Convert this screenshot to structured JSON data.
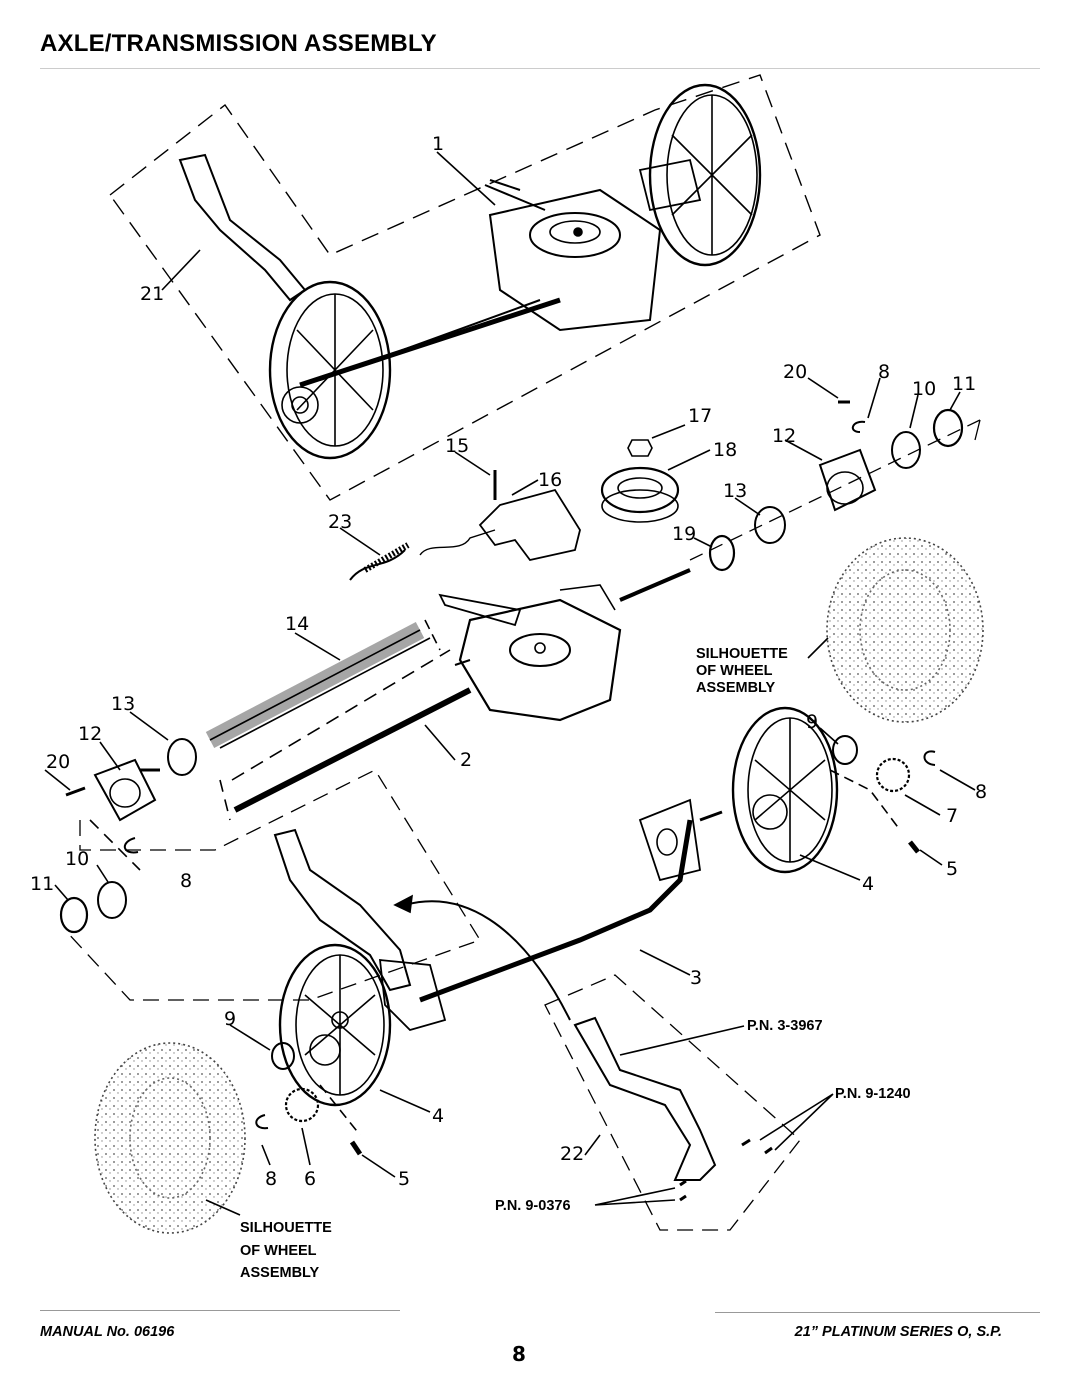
{
  "title": "AXLE/TRANSMISSION ASSEMBLY",
  "callouts": [
    "1",
    "21",
    "20",
    "8",
    "10",
    "11",
    "17",
    "12",
    "15",
    "18",
    "16",
    "13",
    "23",
    "19",
    "14",
    "13",
    "12",
    "20",
    "2",
    "9",
    "8",
    "7",
    "8",
    "5",
    "10",
    "11",
    "4",
    "3",
    "9",
    "4",
    "22",
    "8",
    "6",
    "5"
  ],
  "part_numbers": [
    "P.N. 3-3967",
    "P.N. 9-1240",
    "P.N. 9-0376"
  ],
  "silhouette": {
    "right": [
      "SILHOUETTE",
      "OF WHEEL",
      "ASSEMBLY"
    ],
    "left": [
      "SILHOUETTE",
      "OF WHEEL",
      "ASSEMBLY"
    ]
  },
  "footer": {
    "manual": "MANUAL No. 06196",
    "page": "8",
    "series": "21” PLATINUM SERIES O, S.P."
  }
}
